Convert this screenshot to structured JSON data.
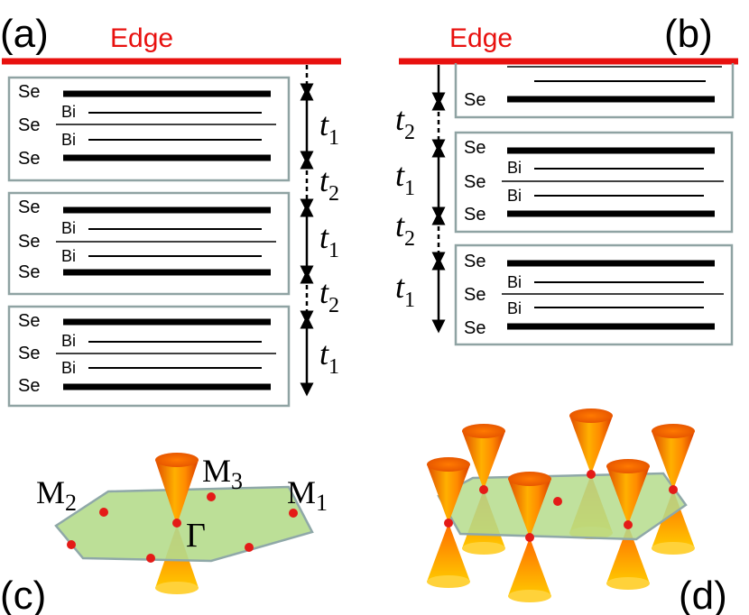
{
  "panel_a": {
    "label": "(a)",
    "edge": "Edge",
    "blocks": [
      {
        "se_top": "Se",
        "bi1": "Bi",
        "se_mid": "Se",
        "bi2": "Bi",
        "se_bot": "Se"
      },
      {
        "se_top": "Se",
        "bi1": "Bi",
        "se_mid": "Se",
        "bi2": "Bi",
        "se_bot": "Se"
      },
      {
        "se_top": "Se",
        "bi1": "Bi",
        "se_mid": "Se",
        "bi2": "Bi",
        "se_bot": "Se"
      }
    ],
    "spacings": [
      "t1",
      "t2",
      "t1",
      "t2",
      "t1"
    ]
  },
  "panel_b": {
    "label": "(b)",
    "edge": "Edge",
    "partial_block": {
      "se": "Se"
    },
    "blocks": [
      {
        "se_top": "Se",
        "bi1": "Bi",
        "se_mid": "Se",
        "bi2": "Bi",
        "se_bot": "Se"
      },
      {
        "se_top": "Se",
        "bi1": "Bi",
        "se_mid": "Se",
        "bi2": "Bi",
        "se_bot": "Se"
      }
    ],
    "spacings": [
      "t2",
      "t1",
      "t2",
      "t1"
    ]
  },
  "panel_c": {
    "label": "(c)",
    "points": {
      "m1": "M",
      "m1_sub": "1",
      "m2": "M",
      "m2_sub": "2",
      "m3": "M",
      "m3_sub": "3",
      "gamma": "Γ"
    }
  },
  "panel_d": {
    "label": "(d)"
  },
  "colors": {
    "edge": "#e8110f",
    "plane": "#b5dc8c",
    "plane_stroke": "#8fa8a8",
    "dot": "#e41b17",
    "cone_dark": "#e85c00",
    "cone_light": "#ffcc00",
    "box": "#8fa3a3"
  },
  "t_symbol": "t",
  "t_subs": {
    "t1": "1",
    "t2": "2"
  }
}
